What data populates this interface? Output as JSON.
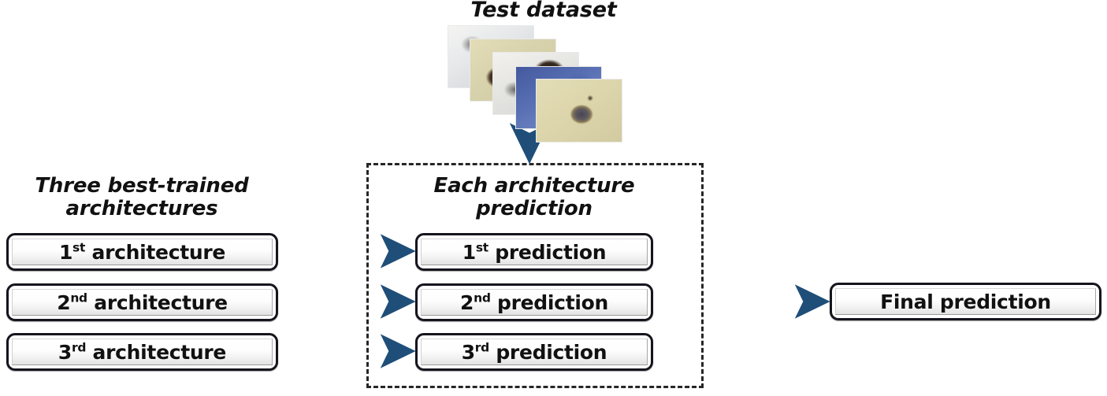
{
  "diagram": {
    "title": "Test dataset",
    "left_column_heading": "Three best-trained architectures",
    "middle_column_heading": "Each architecture prediction",
    "architectures": [
      {
        "ordinal": "1",
        "suffix": "st",
        "label": " architecture"
      },
      {
        "ordinal": "2",
        "suffix": "nd",
        "label": " architecture"
      },
      {
        "ordinal": "3",
        "suffix": "rd",
        "label": " architecture"
      }
    ],
    "predictions": [
      {
        "ordinal": "1",
        "suffix": "st",
        "label": " prediction"
      },
      {
        "ordinal": "2",
        "suffix": "nd",
        "label": " prediction"
      },
      {
        "ordinal": "3",
        "suffix": "rd",
        "label": " prediction"
      }
    ],
    "final": {
      "label": "Final prediction"
    },
    "test_dataset_images": [
      "cell-sample-thumbnail-1",
      "cell-sample-thumbnail-2",
      "cell-sample-thumbnail-3",
      "cell-sample-thumbnail-4",
      "cell-sample-thumbnail-5"
    ],
    "colors": {
      "arrow": "#1f4e79",
      "arrow_dark": "#14375c",
      "box_border": "#15151e",
      "dashed_border": "#262626",
      "text": "#111111",
      "background": "#ffffff"
    }
  }
}
